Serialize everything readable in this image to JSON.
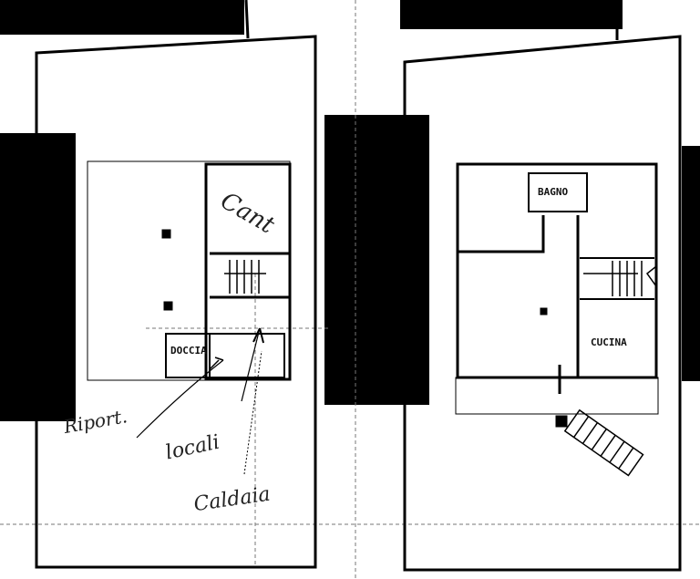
{
  "plan": {
    "left_sheet": {
      "room_labels": {
        "doccia": "DOCCIA"
      },
      "handwritten": {
        "cantina": "Cant",
        "riporto": "Riport.",
        "locali": "locali",
        "caldaia": "Caldaia"
      }
    },
    "right_sheet": {
      "room_labels": {
        "bagno": "BAGNO",
        "cucina": "CUCINA"
      }
    }
  }
}
